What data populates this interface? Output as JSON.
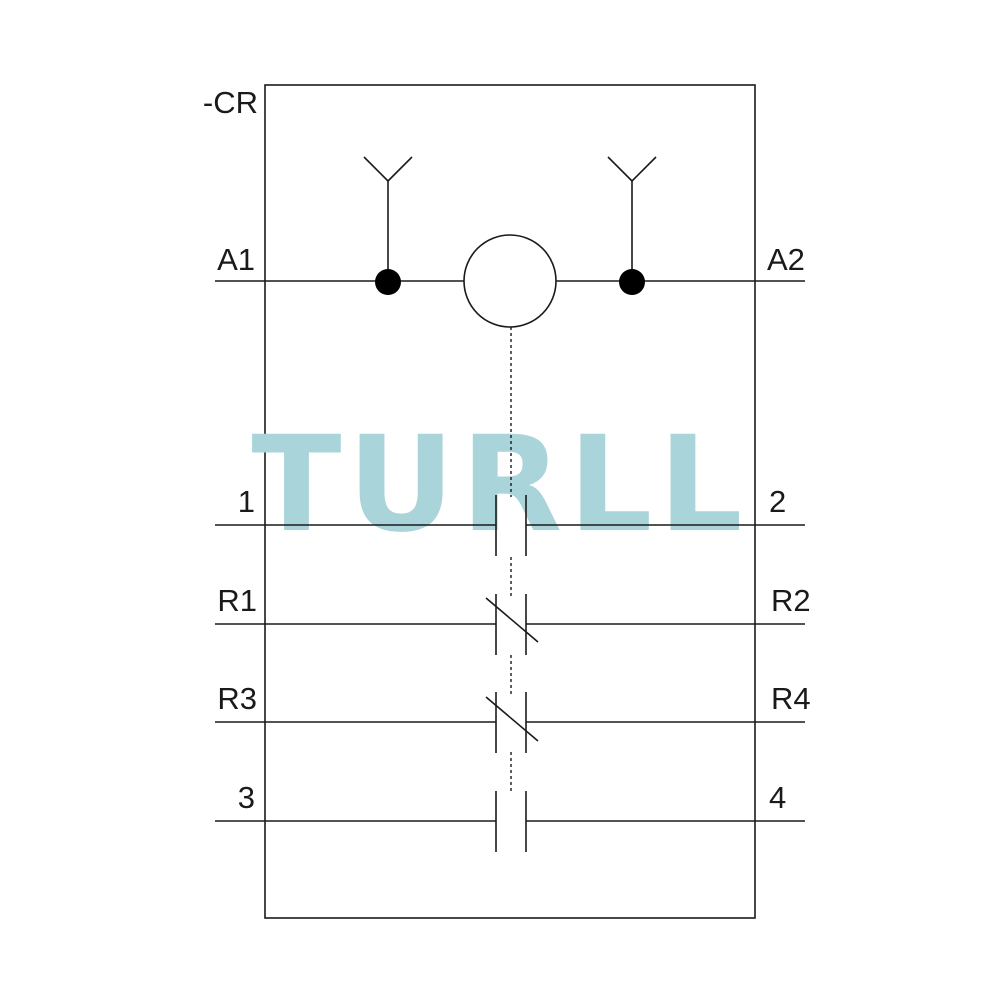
{
  "device_tag": "-CR",
  "watermark": {
    "text": "TURLL",
    "color": "#a9d4da"
  },
  "coil": {
    "left_terminal": "A1",
    "right_terminal": "A2"
  },
  "contacts": [
    {
      "left": "1",
      "right": "2",
      "type": "normally-open"
    },
    {
      "left": "R1",
      "right": "R2",
      "type": "normally-closed"
    },
    {
      "left": "R3",
      "right": "R4",
      "type": "normally-closed"
    },
    {
      "left": "3",
      "right": "4",
      "type": "normally-open"
    }
  ],
  "colors": {
    "line": "#1a1a1a",
    "background": "#ffffff"
  }
}
